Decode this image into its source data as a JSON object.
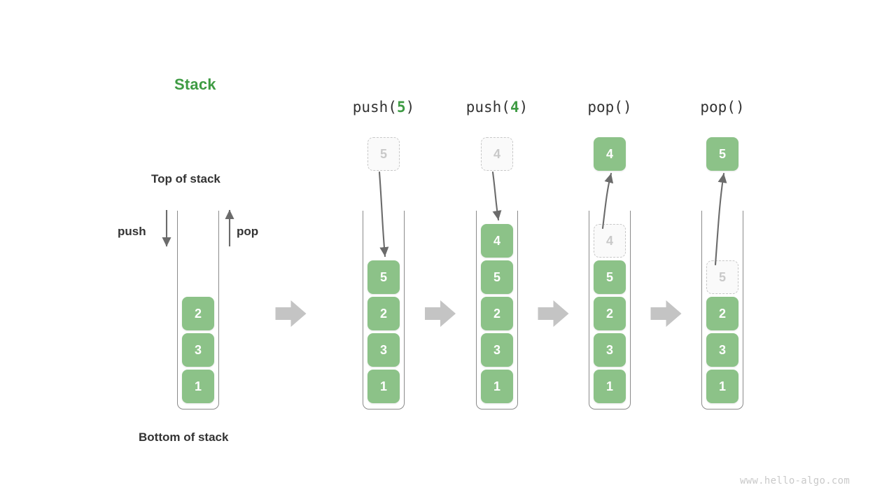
{
  "title": "Stack",
  "labels": {
    "top_of_stack": "Top of stack",
    "bottom_of_stack": "Bottom of stack",
    "push": "push",
    "pop": "pop"
  },
  "watermark": "www.hello-algo.com",
  "colors": {
    "block_green": "#8cc288",
    "title_green": "#3e9b43",
    "text_dark": "#333333",
    "ghost_border": "#c8c8c8",
    "ghost_text": "#c9c9c9",
    "arrow_gray": "#6b6b6b",
    "flow_arrow_gray": "#c4c4c4",
    "container_border": "#8a8a8a",
    "watermark_gray": "#c9c9c9"
  },
  "columns": [
    {
      "id": "initial",
      "label_prefix": "",
      "label_arg": "",
      "label_suffix": "",
      "has_op_label": false,
      "blocks": [
        "2",
        "3",
        "1"
      ],
      "floating": null,
      "ghost_in_stack": null
    },
    {
      "id": "push-5",
      "label_prefix": "push(",
      "label_arg": "5",
      "label_suffix": ")",
      "has_op_label": true,
      "blocks": [
        "5",
        "2",
        "3",
        "1"
      ],
      "floating": {
        "value": "5",
        "kind": "ghost"
      },
      "ghost_in_stack": null
    },
    {
      "id": "push-4",
      "label_prefix": "push(",
      "label_arg": "4",
      "label_suffix": ")",
      "has_op_label": true,
      "blocks": [
        "4",
        "5",
        "2",
        "3",
        "1"
      ],
      "floating": {
        "value": "4",
        "kind": "ghost"
      },
      "ghost_in_stack": null
    },
    {
      "id": "pop-1",
      "label_prefix": "pop(",
      "label_arg": "",
      "label_suffix": ")",
      "has_op_label": true,
      "blocks": [
        "5",
        "2",
        "3",
        "1"
      ],
      "floating": {
        "value": "4",
        "kind": "solid"
      },
      "ghost_in_stack": {
        "value": "4"
      }
    },
    {
      "id": "pop-2",
      "label_prefix": "pop(",
      "label_arg": "",
      "label_suffix": ")",
      "has_op_label": true,
      "blocks": [
        "2",
        "3",
        "1"
      ],
      "floating": {
        "value": "5",
        "kind": "solid"
      },
      "ghost_in_stack": {
        "value": "5"
      }
    }
  ],
  "flow_arrows": 4
}
